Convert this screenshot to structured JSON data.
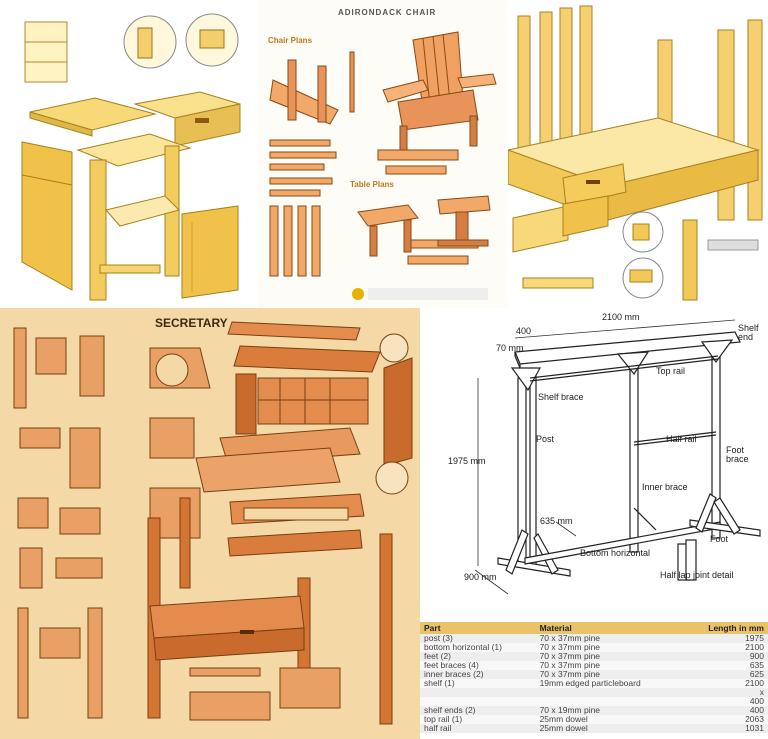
{
  "adirondack": {
    "title": "ADIRONDACK CHAIR",
    "chair_plans": "Chair Plans",
    "table_plans": "Table Plans"
  },
  "secretary": {
    "title": "SECRETARY"
  },
  "rack": {
    "dim_width": "2100 mm",
    "dim_top_left": "400",
    "dim_top_small": "70 mm",
    "dim_height": "1975 mm",
    "dim_foot_brace": "635 mm",
    "dim_depth": "900 mm",
    "labels": {
      "shelf_end": "Shelf end",
      "top_rail": "Top rail",
      "shelf_brace": "Shelf brace",
      "post": "Post",
      "half_rail": "Half rail",
      "foot_brace": "Foot brace",
      "inner_brace": "Inner brace",
      "foot": "Foot",
      "bottom_horizontal": "Bottom horizontal",
      "half_lap": "Half lap joint detail"
    }
  },
  "parts_table": {
    "headers": [
      "Part",
      "Material",
      "Length in mm"
    ],
    "rows": [
      [
        "post (3)",
        "70 x 37mm pine",
        "1975"
      ],
      [
        "bottom horizontal (1)",
        "70 x 37mm pine",
        "2100"
      ],
      [
        "feet (2)",
        "70 x 37mm pine",
        "900"
      ],
      [
        "feet braces (4)",
        "70 x 37mm pine",
        "635"
      ],
      [
        "inner braces (2)",
        "70 x 37mm pine",
        "625"
      ],
      [
        "shelf (1)",
        "19mm edged particleboard",
        "2100"
      ],
      [
        "",
        "",
        "x"
      ],
      [
        "",
        "",
        "400"
      ],
      [
        "shelf ends (2)",
        "70 x 19mm pine",
        "400"
      ],
      [
        "top rail (1)",
        "25mm dowel",
        "2063"
      ],
      [
        "half rail",
        "25mm dowel",
        "1031"
      ]
    ]
  }
}
